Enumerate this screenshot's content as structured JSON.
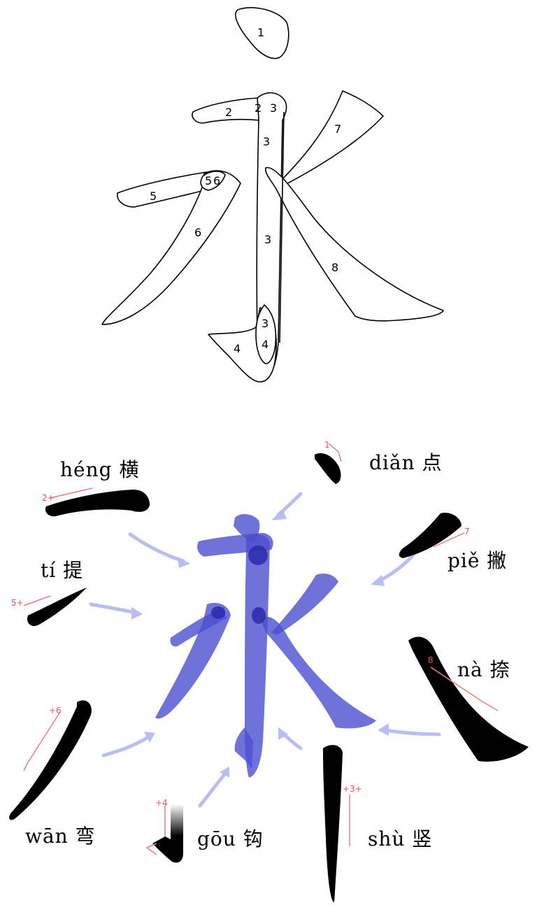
{
  "outline_numbers": {
    "n1": "1",
    "n2a": "2",
    "n2b": "2",
    "n3a": "3",
    "n3b": "3",
    "n3c": "3",
    "n3d": "3",
    "n4a": "4",
    "n4b": "4",
    "n5a": "5",
    "n5b": "5",
    "n6a": "6",
    "n6b": "6",
    "n7": "7",
    "n8": "8"
  },
  "strokes": [
    {
      "id": "heng",
      "label": "héng 横",
      "order_mark": "2+"
    },
    {
      "id": "dian",
      "label": "diǎn 点",
      "order_mark": "1"
    },
    {
      "id": "pie",
      "label": "piě 撇",
      "order_mark": "7"
    },
    {
      "id": "ti",
      "label": "tí 提",
      "order_mark": "5+"
    },
    {
      "id": "na",
      "label": "nà 捺",
      "order_mark": "8"
    },
    {
      "id": "wan",
      "label": "wān 弯",
      "order_mark": "+6"
    },
    {
      "id": "gou",
      "label": "gōu 钩",
      "order_mark": "+4"
    },
    {
      "id": "shu",
      "label": "shù 竖",
      "order_mark": "+3+"
    }
  ],
  "colors": {
    "stroke": "#000000",
    "composite": "#4b4fd0",
    "arrow": "#b9bdf2",
    "order": "#ef5050"
  }
}
